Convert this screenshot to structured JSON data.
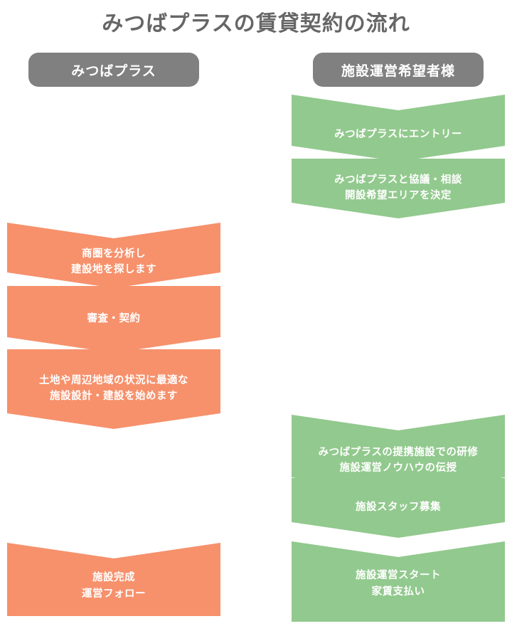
{
  "title": "みつばプラスの賃貸契約の流れ",
  "headers": {
    "left": "みつばプラス",
    "right": "施設運営希望者様"
  },
  "steps": {
    "r1": "みつばプラスにエントリー",
    "r2": "みつばプラスと協議・相談\n開設希望エリアを決定",
    "l1": "商圏を分析し\n建設地を探します",
    "l2": "審査・契約",
    "l3": "土地や周辺地域の状況に最適な\n施設設計・建設を始めます",
    "r3": "みつばプラスの提携施設での研修\n施設運営ノウハウの伝授",
    "r4": "施設スタッフ募集",
    "l4": "施設完成\n運営フォロー",
    "r5": "施設運営スタート\n家賃支払い"
  },
  "colors": {
    "left_accent": "#f6916c",
    "right_accent": "#92c98e",
    "header_bg": "#808080"
  }
}
